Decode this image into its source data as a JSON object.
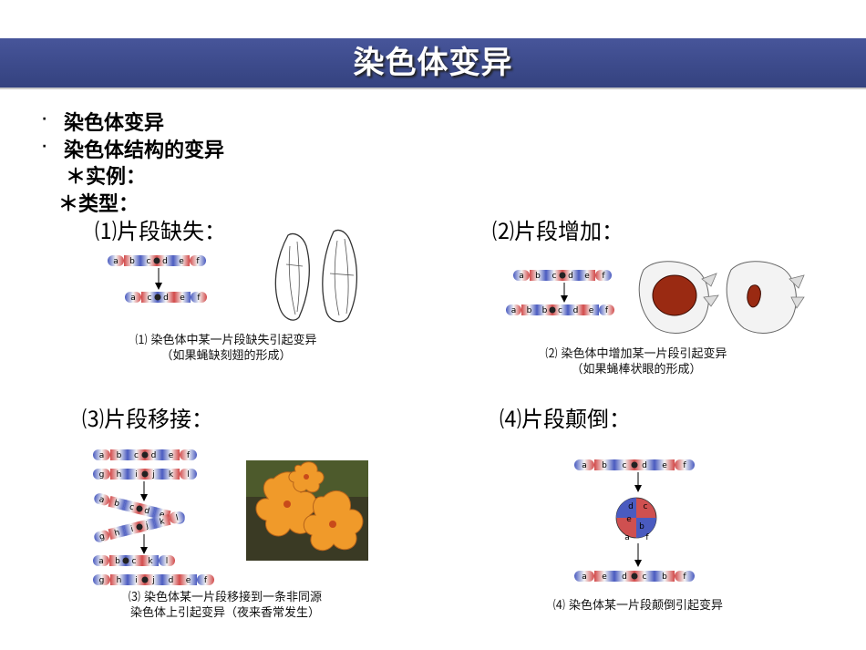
{
  "header": {
    "title": "染色体变异"
  },
  "bullets": [
    {
      "marker": "·",
      "text": "染色体变异"
    },
    {
      "marker": "·",
      "text": "染色体结构的变异"
    }
  ],
  "subpoints": [
    {
      "marker": "＊",
      "text": "实例："
    },
    {
      "marker": "＊",
      "text": "类型："
    }
  ],
  "sections": [
    {
      "title": "⑴片段缺失：",
      "caption_lines": [
        "⑴ 染色体中某一片段缺失引起变异",
        "（如果蝇缺刻翅的形成）"
      ],
      "chromosomes": [
        [
          "a",
          "b",
          "c",
          "d",
          "e",
          "f"
        ],
        [
          "a",
          "c",
          "d",
          "e",
          "f"
        ]
      ]
    },
    {
      "title": "⑵片段增加：",
      "caption_lines": [
        "⑵ 染色体中增加某一片段引起变异",
        "（如果蝇棒状眼的形成）"
      ],
      "chromosomes": [
        [
          "a",
          "b",
          "c",
          "d",
          "e",
          "f"
        ],
        [
          "a",
          "b",
          "b",
          "c",
          "d",
          "e",
          "f"
        ]
      ]
    },
    {
      "title": "⑶片段移接：",
      "caption_lines": [
        "⑶ 染色体某一片段移接到一条非同源",
        "染色体上引起变异（夜来香常发生）"
      ],
      "chromosomes": [
        [
          "a",
          "b",
          "c",
          "d",
          "e",
          "f"
        ],
        [
          "g",
          "h",
          "i",
          "j",
          "k",
          "l"
        ],
        [
          "a",
          "b",
          "c",
          "d",
          "e",
          "f"
        ],
        [
          "g",
          "h",
          "i",
          "j",
          "k",
          "l"
        ],
        [
          "a",
          "b",
          "c",
          "k",
          "l"
        ],
        [
          "g",
          "h",
          "i",
          "j",
          "d",
          "e",
          "f"
        ]
      ]
    },
    {
      "title": "⑷片段颠倒：",
      "caption_lines": [
        "⑷ 染色体某一片段颠倒引起变异"
      ],
      "chromosomes": [
        [
          "a",
          "b",
          "c",
          "d",
          "e",
          "f"
        ],
        [
          "d",
          "c",
          "e",
          "b",
          "a",
          "f"
        ],
        [
          "a",
          "e",
          "d",
          "c",
          "b",
          "f"
        ]
      ]
    }
  ],
  "colors": {
    "title_bar": "#3b4a8a",
    "chrom_red": "#d24a4a",
    "chrom_blue": "#4a5bc0",
    "eye_red": "#9a2a12",
    "flower": "#f09a2a"
  }
}
